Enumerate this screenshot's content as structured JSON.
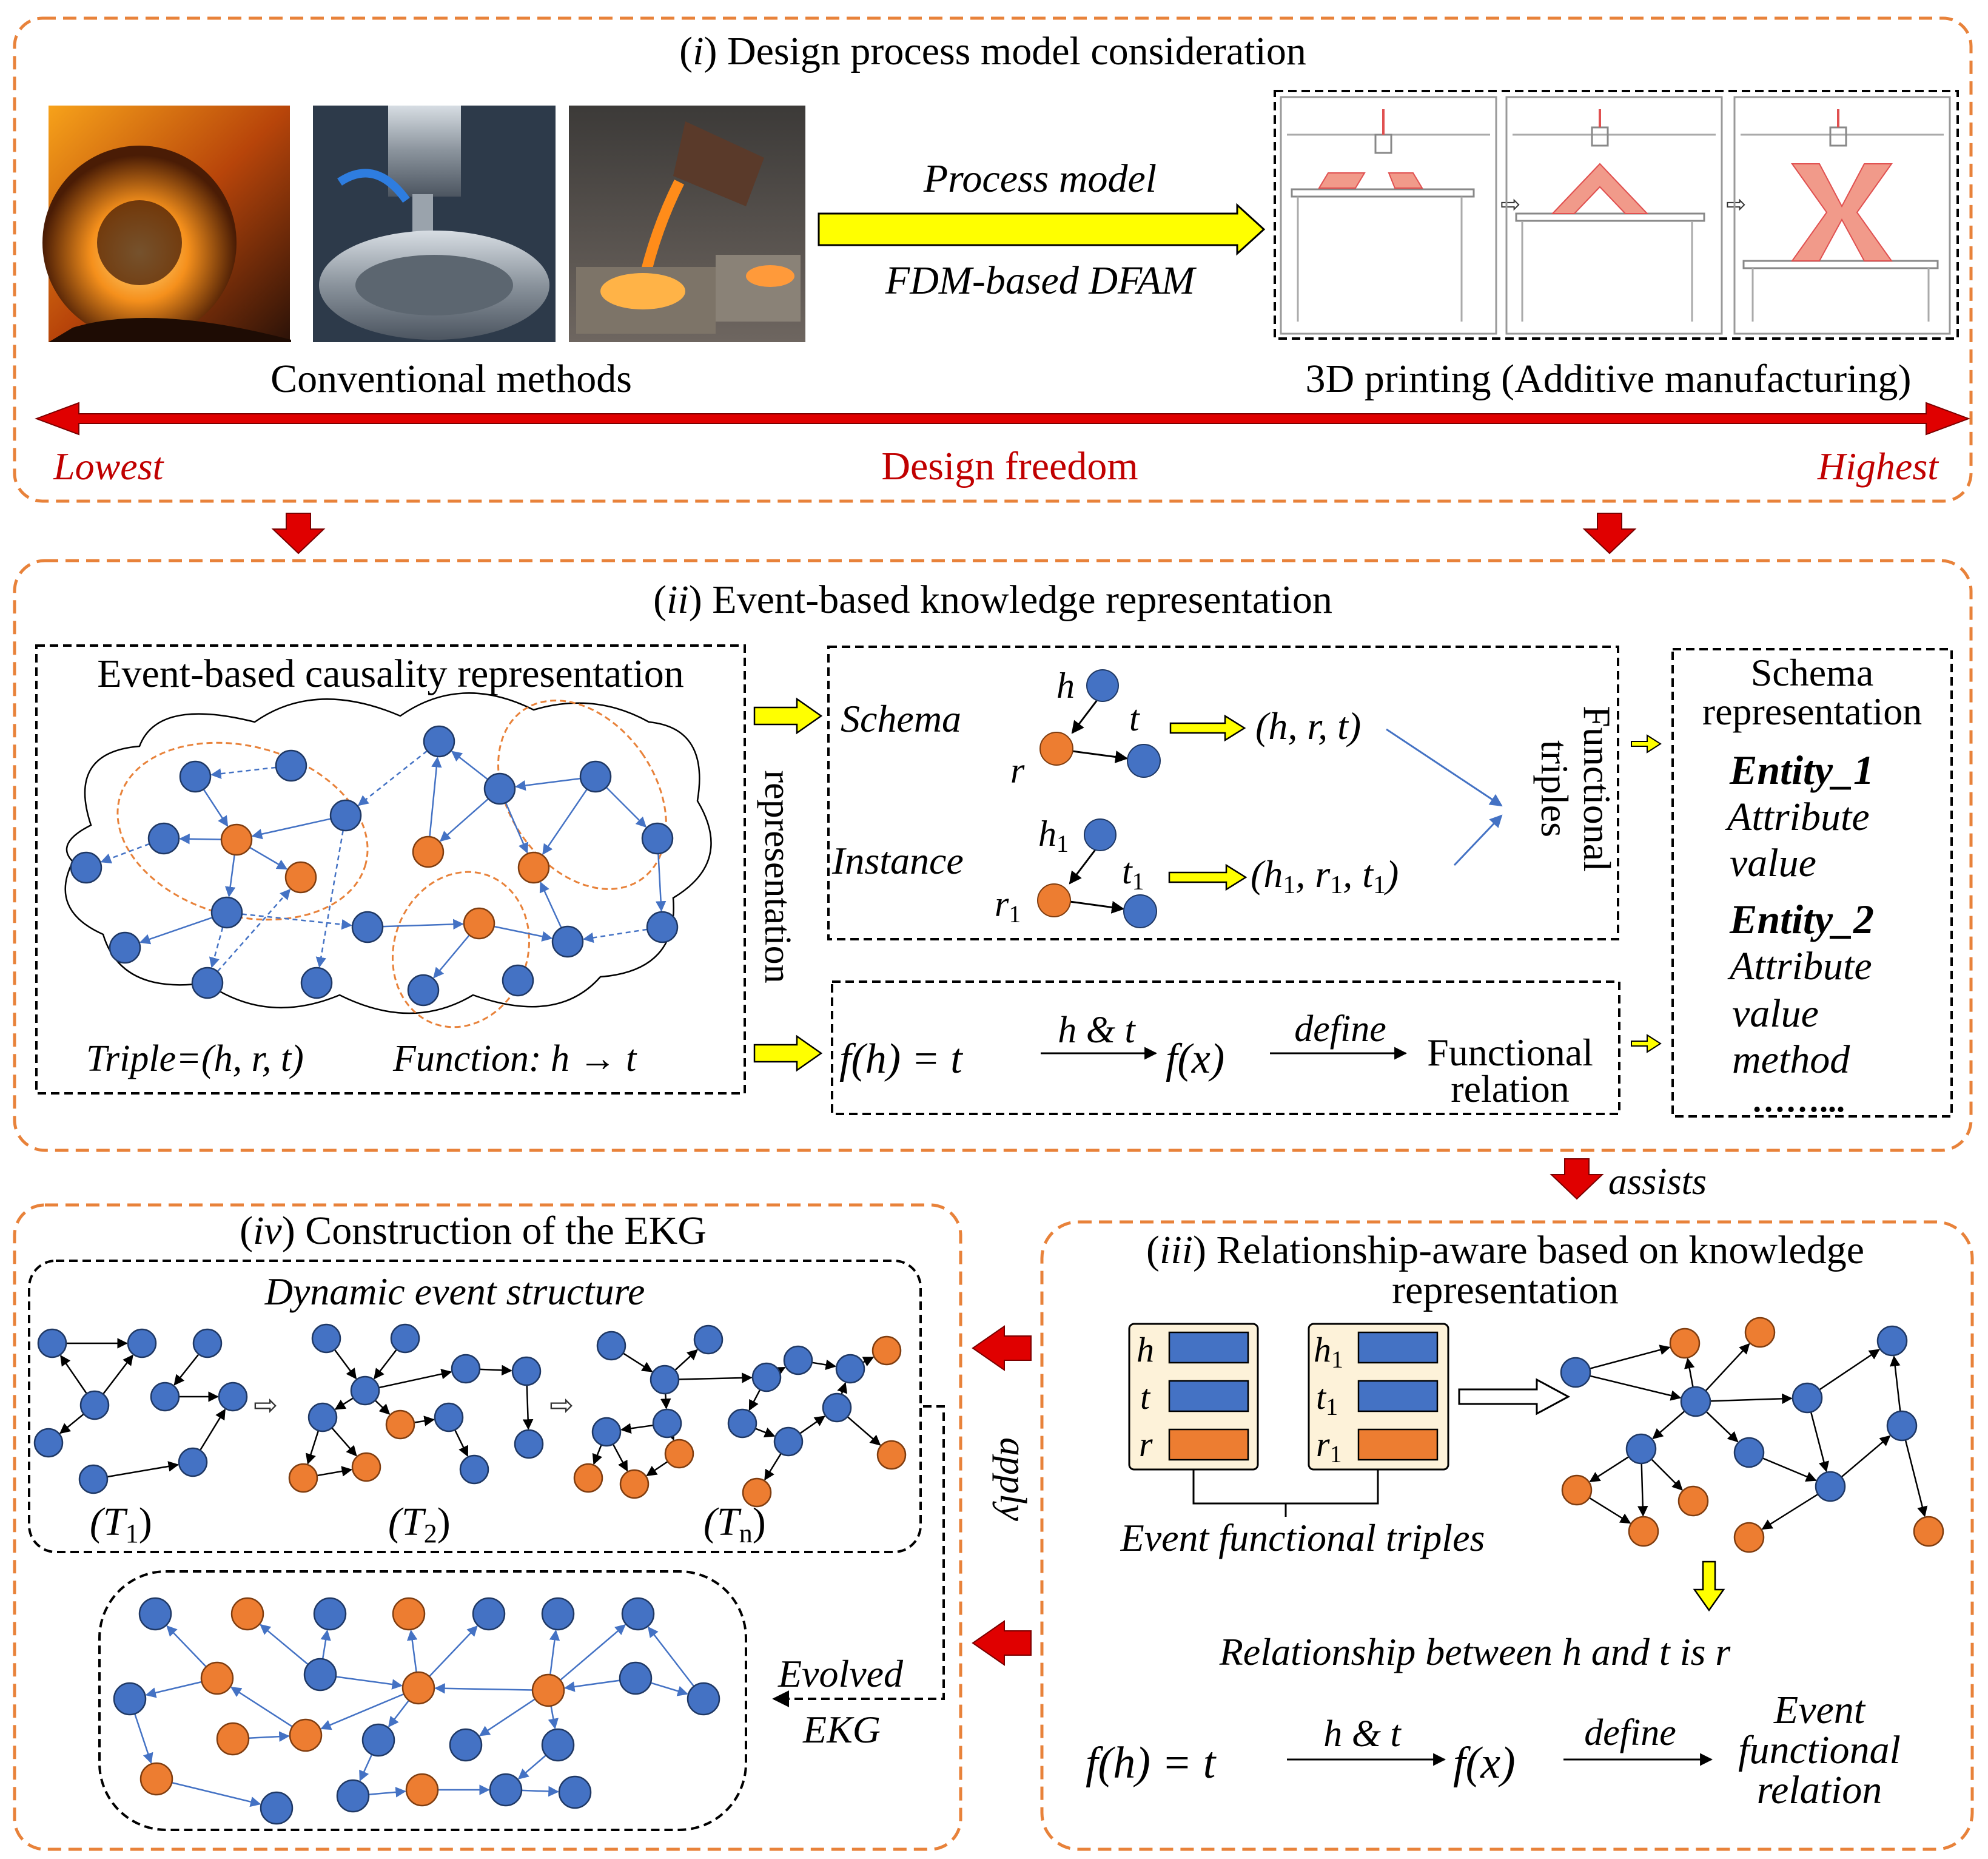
{
  "section_i": {
    "title_roman": "i",
    "title_text": "Design process model consideration",
    "process_model_label": "Process model",
    "fdm_label": "FDM-based DFAM",
    "conventional_label": "Conventional methods",
    "printing_label": "3D printing (Additive manufacturing)",
    "lowest_label": "Lowest",
    "freedom_label": "Design freedom",
    "highest_label": "Highest"
  },
  "section_ii": {
    "title_roman": "ii",
    "title_text": "Event-based knowledge representation",
    "causality_title": "Event-based causality representation",
    "triple_label": "Triple=(h, r, t)",
    "function_label": "Function: h → t",
    "representation_label": "representation",
    "schema_label": "Schema",
    "instance_label": "Instance",
    "node_h": "h",
    "node_t": "t",
    "node_r": "r",
    "triple_schema": "(h, r, t)",
    "node_h1": "h",
    "node_t1": "t",
    "node_r1": "r",
    "sub_1": "1",
    "triple_inst_open": "(h",
    "triple_inst_r": ", r",
    "triple_inst_t": ", t",
    "triple_inst_close": ")",
    "functional_triples_1": "Functional",
    "functional_triples_2": "triples",
    "fh_eq_t": "f(h) = t",
    "h_and_t": "h & t",
    "fx": "f(x)",
    "define": "define",
    "functional_relation_1": "Functional",
    "functional_relation_2": "relation",
    "schema_rep_1": "Schema",
    "schema_rep_2": "representation",
    "entity_1": "Entity_1",
    "attribute_1": "Attribute",
    "value_1": "value",
    "entity_2": "Entity_2",
    "attribute_2": "Attribute",
    "value_2": "value",
    "method": "method",
    "ellipsis": "……..."
  },
  "assists_label": "assists",
  "apply_label": "apply",
  "section_iii": {
    "title_roman": "iii",
    "title_text": "Relationship-aware based on knowledge",
    "title_text_2": "representation",
    "card_h": "h",
    "card_t": "t",
    "card_r": "r",
    "sub_1": "1",
    "event_functional_triples": "Event functional triples",
    "relationship_label": "Relationship between h and t is r",
    "fh_eq_t": "f(h) = t",
    "h_and_t": "h & t",
    "fx": "f(x)",
    "define": "define",
    "event_functional_relation_1": "Event",
    "event_functional_relation_2": "functional",
    "event_functional_relation_3": "relation"
  },
  "section_iv": {
    "title_roman": "iv",
    "title_text": "Construction of the EKG",
    "dynamic_label": "Dynamic event structure",
    "t1_label": "(T",
    "t1_sub": "1",
    "t2_label": "(T",
    "t2_sub": "2",
    "tn_label": "(T",
    "tn_sub": "n",
    "close_paren": ")",
    "evolved_label": "Evolved",
    "ekg_label": "EKG"
  },
  "colors": {
    "frame_orange": "#e8823a",
    "node_blue": "#4472c4",
    "node_orange": "#ed7d31",
    "accent_red": "#c00000",
    "arrow_red": "#ff0000",
    "arrow_yellow": "#ffff00",
    "card_bg": "#fdf2d9"
  }
}
